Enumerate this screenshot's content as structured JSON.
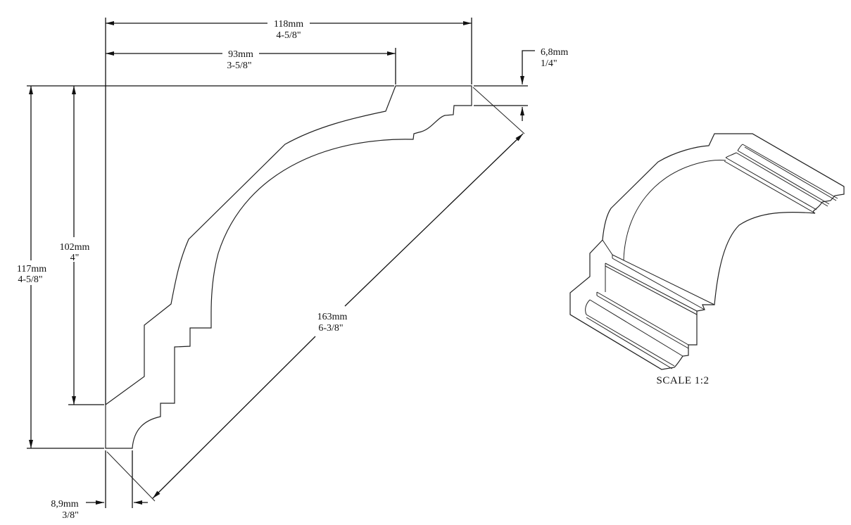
{
  "drawing": {
    "title": "Crown moulding profile",
    "dimensions": {
      "overall_projection": {
        "metric": "118mm",
        "imperial": "4-5/8\""
      },
      "upper_projection": {
        "metric": "93mm",
        "imperial": "3-5/8\""
      },
      "top_flat": {
        "metric": "6,8mm",
        "imperial": "1/4\""
      },
      "overall_height": {
        "metric": "117mm",
        "imperial": "4-5/8\""
      },
      "inner_height": {
        "metric": "102mm",
        "imperial": "4\""
      },
      "diagonal_width": {
        "metric": "163mm",
        "imperial": "6-3/8\""
      },
      "bottom_flat": {
        "metric": "8,9mm",
        "imperial": "3/8\""
      }
    },
    "iso_view": {
      "scale_label": "SCALE  1:2"
    },
    "colors": {
      "line": "#111111",
      "background": "#ffffff"
    }
  }
}
